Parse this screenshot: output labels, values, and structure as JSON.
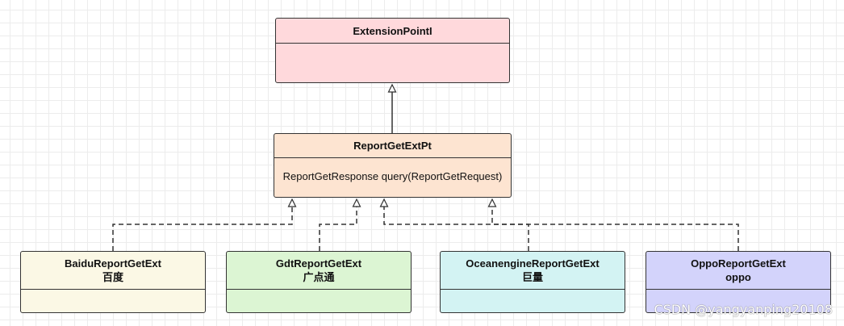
{
  "diagram": {
    "extension_point": {
      "name": "ExtensionPointI",
      "fill": "#ffd9dc"
    },
    "report_get_ext_pt": {
      "name": "ReportGetExtPt",
      "method": "ReportGetResponse query(ReportGetRequest)",
      "fill": "#fde4d1"
    },
    "implementations": [
      {
        "name": "BaiduReportGetExt",
        "label": "百度",
        "fill": "#fbf8e5"
      },
      {
        "name": "GdtReportGetExt",
        "label": "广点通",
        "fill": "#dcf5d3"
      },
      {
        "name": "OceanengineReportGetExt",
        "label": "巨量",
        "fill": "#d3f3f3"
      },
      {
        "name": "OppoReportGetExt",
        "label": "oppo",
        "fill": "#d3d3fb"
      }
    ],
    "stroke_color": "#333333"
  },
  "watermark": "CSDN @yangyanping20108"
}
